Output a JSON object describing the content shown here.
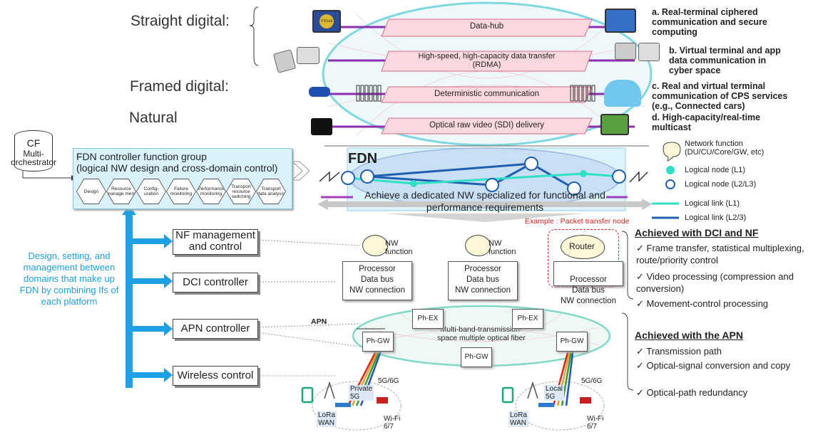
{
  "left_labels": {
    "straight_digital": "Straight digital:",
    "framed_digital": "Framed digital:",
    "natural": "Natural"
  },
  "pipes": [
    {
      "label": "Data-hub"
    },
    {
      "label": "High-speed, high-capacity data transfer\n(RDMA)"
    },
    {
      "label": "Deterministic communication"
    },
    {
      "label": "Optical raw video (SDI) delivery"
    }
  ],
  "right_items": [
    {
      "text": "a. Real-terminal ciphered communication and  secure computing"
    },
    {
      "text": "b. Virtual terminal and app data communication in cyber space"
    },
    {
      "text": "c. Real and virtual terminal communication of CPS services (e.g., Connected cars)"
    },
    {
      "text": "d. High-capacity/real-time multicast"
    }
  ],
  "cf": {
    "label": "CF",
    "orchestrator": "Multi-\norchestrator"
  },
  "fdn_controller": {
    "title": "FDN controller function group\n(logical NW design and cross-domain control)",
    "functions": [
      "Design",
      "Resource manage ment",
      "Config-uration",
      "Failure monitoring",
      "Performance monitoring",
      "Transport resource switching",
      "Transport data analysis"
    ]
  },
  "fdn": {
    "label": "FDN",
    "description": "Achieve a dedicated NW specialized for functional and performance requirements"
  },
  "legend": {
    "network_function": "Network function\n(DU/CU/Core/GW, etc)",
    "logical_node_l1": "Logical node (L1)",
    "logical_node_l23": "Logical node (L2/L3)",
    "logical_link_l1": "Logical link (L1)",
    "logical_link_l23": "Logical link (L2/3)"
  },
  "colors": {
    "l1": "#2fe0c4",
    "l23": "#1f5fb0",
    "accent_blue": "#1ea0e6",
    "red": "#e02020"
  },
  "side_note": "Design, setting, and management between domains that make up FDN by combining Ifs of each platform",
  "controllers": [
    {
      "label": "NF management\nand control"
    },
    {
      "label": "DCI controller"
    },
    {
      "label": "APN controller"
    },
    {
      "label": "Wireless control"
    }
  ],
  "example_label": "Example : Packet transfer node",
  "nw_nodes": [
    {
      "cloud_label": "NW\nfunction",
      "box": "Processor\nData bus\nNW connection"
    },
    {
      "cloud_label": "NW\nfunction",
      "box": "Processor\nData bus\nNW connection"
    },
    {
      "cloud_label": "Router",
      "box": "Processor\nData bus\nNW connection"
    }
  ],
  "apn": {
    "label": "APN",
    "center": "Multi-band-transmission-\nspace multiple optical fiber",
    "nodes": [
      "Ph-EX",
      "Ph-EX",
      "Ph-GW",
      "Ph-GW",
      "Ph-GW"
    ]
  },
  "achieved_dci": {
    "title": "Achieved with DCI and NF",
    "items": [
      "Frame transfer, statistical multiplexing, route/priority control",
      "Video processing (compression and conversion)",
      "Movement-control processing"
    ]
  },
  "achieved_apn": {
    "title": "Achieved with the APN",
    "items": [
      "Transmission path",
      "Optical-signal conversion and copy",
      "Optical-path redundancy"
    ]
  },
  "wireless_left": {
    "private5g": "Private\n5G",
    "g56": "5G/6G",
    "lora": "LoRa\nWAN",
    "wifi": "Wi-Fi\n6/7"
  },
  "wireless_right": {
    "local5g": "Local\n5G",
    "g56": "5G/6G",
    "lora": "LoRa\nWAN",
    "wifi": "Wi-Fi\n6/7"
  },
  "monitor_label": "Virtual"
}
